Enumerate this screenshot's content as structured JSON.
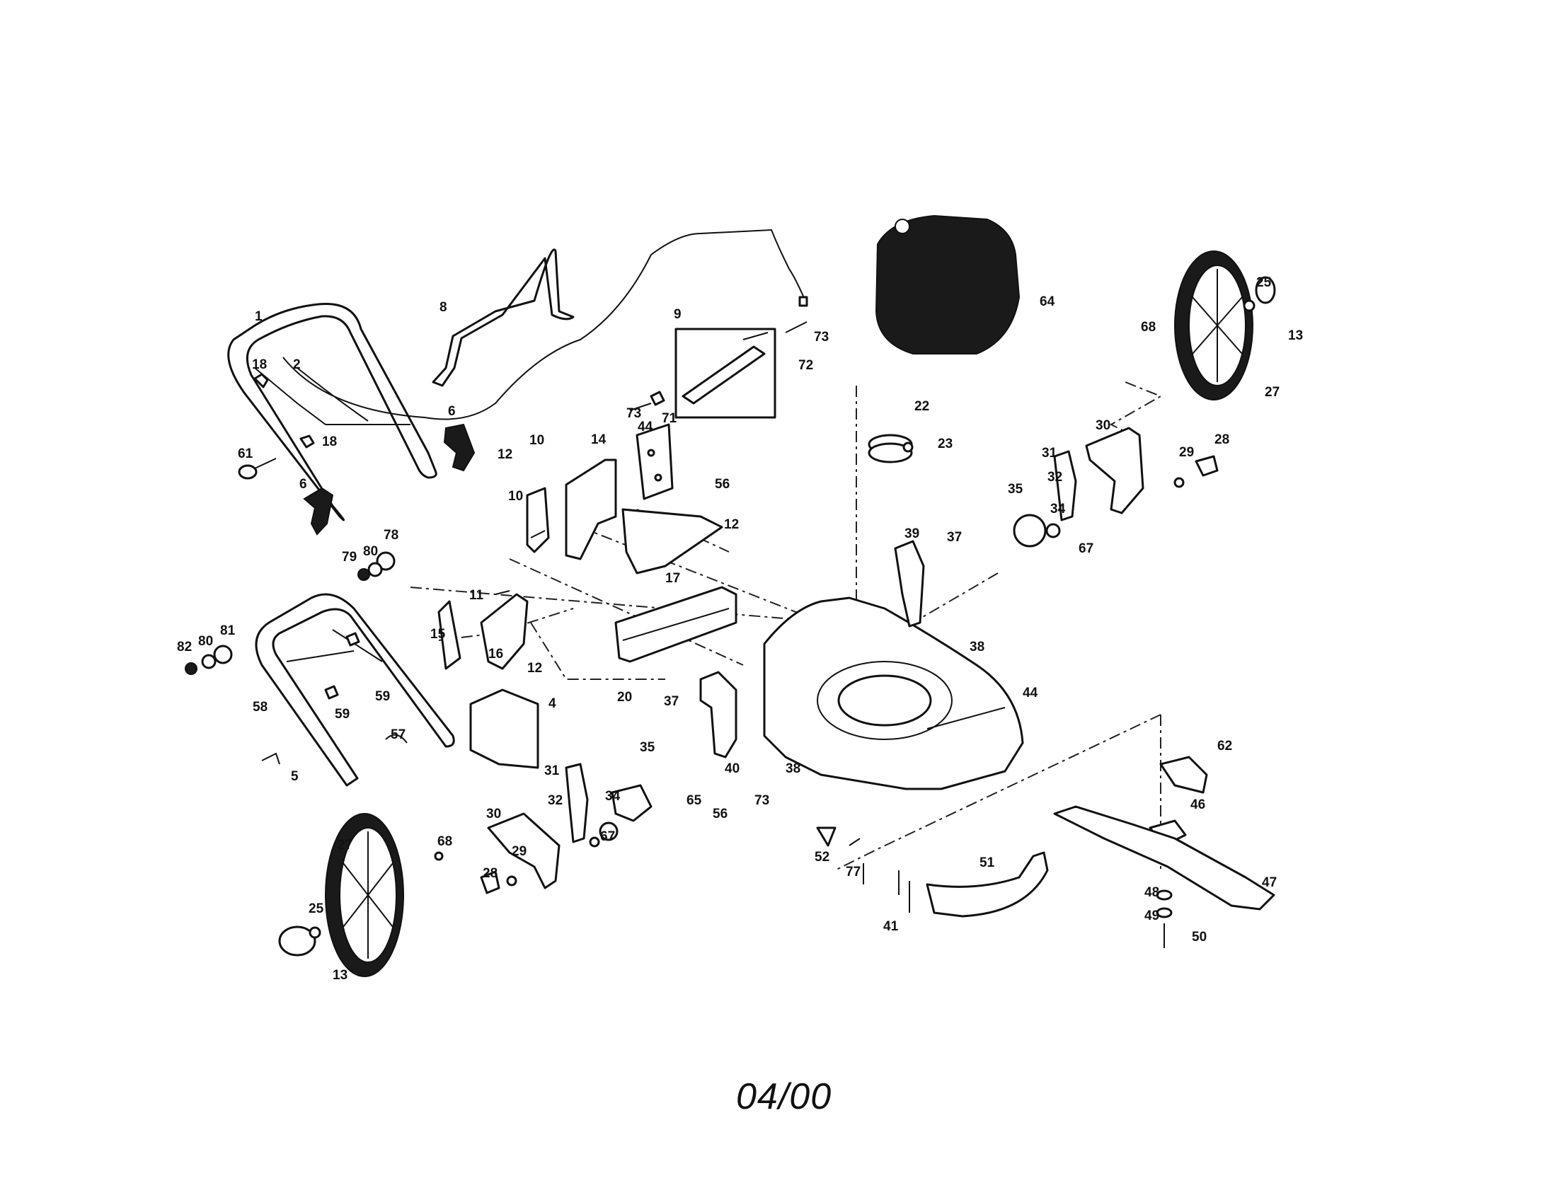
{
  "date_code": "04/00",
  "parts": [
    {
      "key": "p1",
      "text": "1"
    },
    {
      "key": "p2",
      "text": "2"
    },
    {
      "key": "p18a",
      "text": "18"
    },
    {
      "key": "p18b",
      "text": "18"
    },
    {
      "key": "p61",
      "text": "61"
    },
    {
      "key": "p6a",
      "text": "6"
    },
    {
      "key": "p6b",
      "text": "6"
    },
    {
      "key": "p8",
      "text": "8"
    },
    {
      "key": "p9",
      "text": "9"
    },
    {
      "key": "p73a",
      "text": "73"
    },
    {
      "key": "p72",
      "text": "72"
    },
    {
      "key": "p73b",
      "text": "73"
    },
    {
      "key": "p71",
      "text": "71"
    },
    {
      "key": "p10a",
      "text": "10"
    },
    {
      "key": "p10b",
      "text": "10"
    },
    {
      "key": "p12a",
      "text": "12"
    },
    {
      "key": "p14",
      "text": "14"
    },
    {
      "key": "p44a",
      "text": "44"
    },
    {
      "key": "p56a",
      "text": "56"
    },
    {
      "key": "p12b",
      "text": "12"
    },
    {
      "key": "p17",
      "text": "17"
    },
    {
      "key": "p11",
      "text": "11"
    },
    {
      "key": "p15",
      "text": "15"
    },
    {
      "key": "p16",
      "text": "16"
    },
    {
      "key": "p12c",
      "text": "12"
    },
    {
      "key": "p20",
      "text": "20"
    },
    {
      "key": "p79",
      "text": "79"
    },
    {
      "key": "p80a",
      "text": "80"
    },
    {
      "key": "p78",
      "text": "78"
    },
    {
      "key": "p82",
      "text": "82"
    },
    {
      "key": "p80b",
      "text": "80"
    },
    {
      "key": "p81",
      "text": "81"
    },
    {
      "key": "p58",
      "text": "58"
    },
    {
      "key": "p59a",
      "text": "59"
    },
    {
      "key": "p59b",
      "text": "59"
    },
    {
      "key": "p57",
      "text": "57"
    },
    {
      "key": "p5",
      "text": "5"
    },
    {
      "key": "p4",
      "text": "4"
    },
    {
      "key": "p64",
      "text": "64"
    },
    {
      "key": "p22",
      "text": "22"
    },
    {
      "key": "p23",
      "text": "23"
    },
    {
      "key": "p25a",
      "text": "25"
    },
    {
      "key": "p13a",
      "text": "13"
    },
    {
      "key": "p68a",
      "text": "68"
    },
    {
      "key": "p27a",
      "text": "27"
    },
    {
      "key": "p30a",
      "text": "30"
    },
    {
      "key": "p31a",
      "text": "31"
    },
    {
      "key": "p32a",
      "text": "32"
    },
    {
      "key": "p28a",
      "text": "28"
    },
    {
      "key": "p29a",
      "text": "29"
    },
    {
      "key": "p35a",
      "text": "35"
    },
    {
      "key": "p34a",
      "text": "34"
    },
    {
      "key": "p67a",
      "text": "67"
    },
    {
      "key": "p39",
      "text": "39"
    },
    {
      "key": "p37a",
      "text": "37"
    },
    {
      "key": "p38a",
      "text": "38"
    },
    {
      "key": "p44b",
      "text": "44"
    },
    {
      "key": "p37b",
      "text": "37"
    },
    {
      "key": "p40",
      "text": "40"
    },
    {
      "key": "p38b",
      "text": "38"
    },
    {
      "key": "p73c",
      "text": "73"
    },
    {
      "key": "p65",
      "text": "65"
    },
    {
      "key": "p56b",
      "text": "56"
    },
    {
      "key": "p35b",
      "text": "35"
    },
    {
      "key": "p31b",
      "text": "31"
    },
    {
      "key": "p32b",
      "text": "32"
    },
    {
      "key": "p34b",
      "text": "34"
    },
    {
      "key": "p67b",
      "text": "67"
    },
    {
      "key": "p30b",
      "text": "30"
    },
    {
      "key": "p29b",
      "text": "29"
    },
    {
      "key": "p28b",
      "text": "28"
    },
    {
      "key": "p27b",
      "text": "27"
    },
    {
      "key": "p68b",
      "text": "68"
    },
    {
      "key": "p25b",
      "text": "25"
    },
    {
      "key": "p13b",
      "text": "13"
    },
    {
      "key": "p52",
      "text": "52"
    },
    {
      "key": "p77",
      "text": "77"
    },
    {
      "key": "p41",
      "text": "41"
    },
    {
      "key": "p51",
      "text": "51"
    },
    {
      "key": "p62",
      "text": "62"
    },
    {
      "key": "p46",
      "text": "46"
    },
    {
      "key": "p47",
      "text": "47"
    },
    {
      "key": "p48",
      "text": "48"
    },
    {
      "key": "p49",
      "text": "49"
    },
    {
      "key": "p50",
      "text": "50"
    }
  ]
}
